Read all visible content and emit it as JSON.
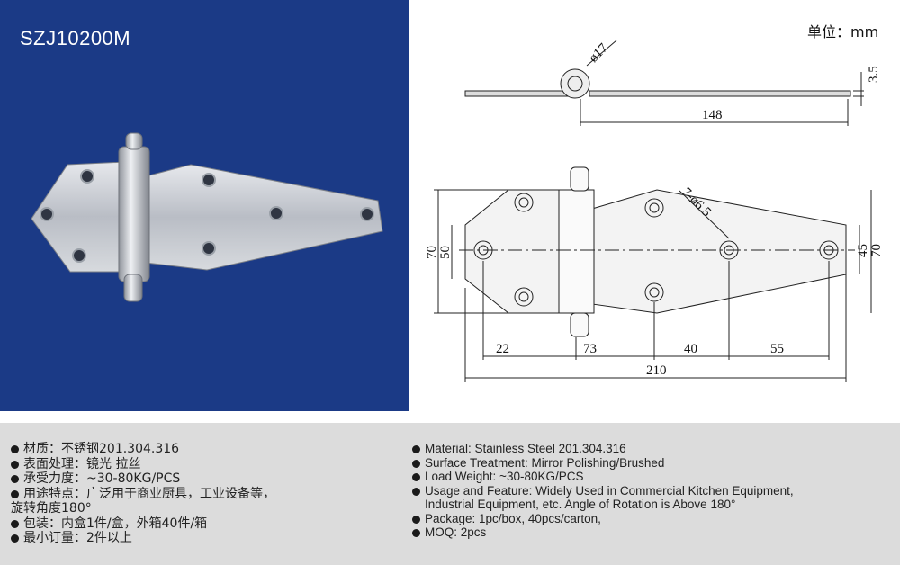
{
  "model": "SZJ10200M",
  "unit_label": "单位：mm",
  "dimensions": {
    "pin_diameter": "ø17",
    "thickness": "3.5",
    "leaf_length": "148",
    "height_outer": "70",
    "height_inner": "50",
    "height_right_outer": "70",
    "height_right_inner": "45",
    "hole_label": "7-ø6.5",
    "spacing_1": "22",
    "spacing_2": "73",
    "spacing_3": "40",
    "spacing_4": "55",
    "total_length": "210"
  },
  "specs_cn": [
    "材质：不锈钢201.304.316",
    "表面处理：镜光 拉丝",
    "承受力度：~30-80KG/PCS",
    "用途特点：广泛用于商业厨具，工业设备等，",
    "旋转角度180°",
    "包装：内盒1件/盒，外箱40件/箱",
    "最小订量：2件以上"
  ],
  "specs_en": [
    "Material: Stainless Steel 201.304.316",
    "Surface Treatment: Mirror Polishing/Brushed",
    "Load Weight: ~30-80KG/PCS",
    "Usage and Feature: Widely Used in Commercial Kitchen Equipment,",
    "Industrial Equipment, etc. Angle of Rotation is Above 180°",
    "Package: 1pc/box, 40pcs/carton,",
    "MOQ: 2pcs"
  ],
  "colors": {
    "photo_bg": "#1b3a86",
    "spec_bg": "#dcdcdc",
    "steel": "#c9ccd2"
  }
}
